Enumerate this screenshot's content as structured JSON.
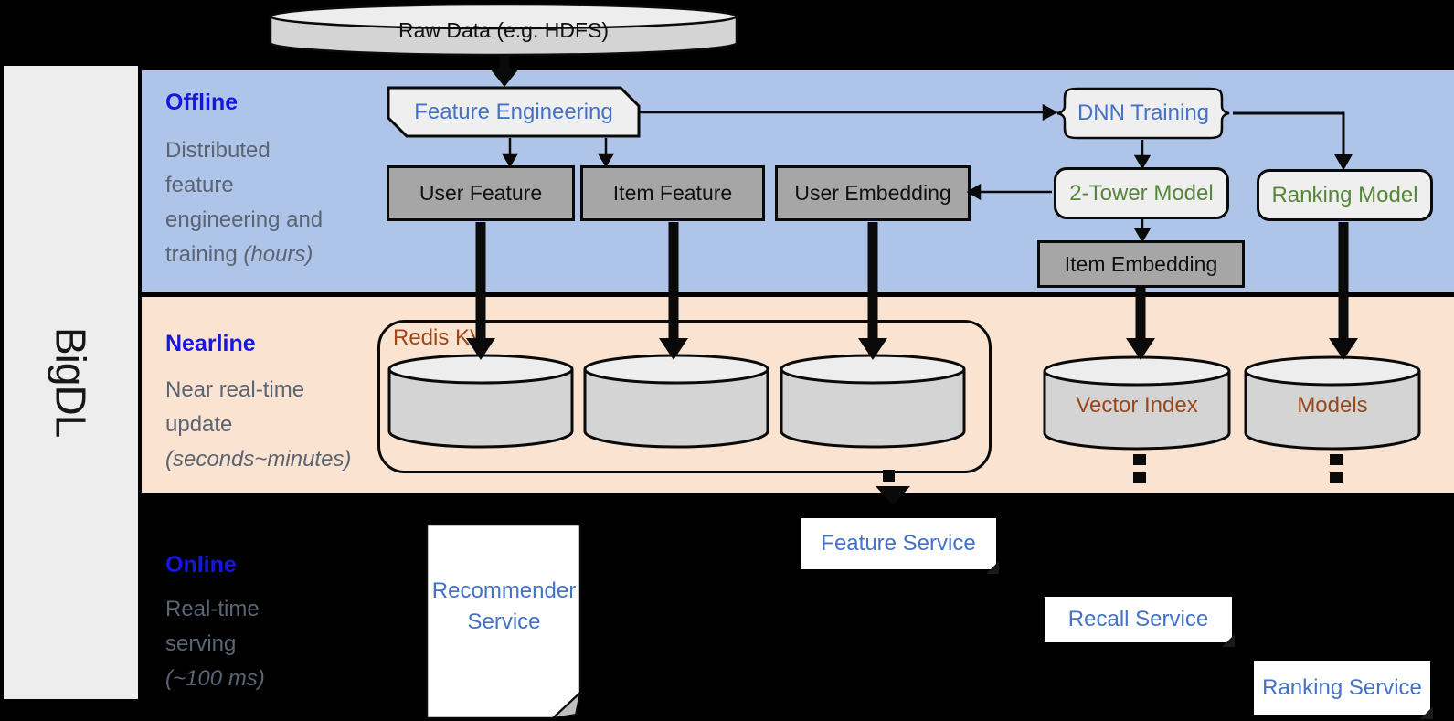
{
  "sidebar": {
    "brand": "BigDL"
  },
  "datastore": {
    "raw_data": "Raw Data (e.g. HDFS)"
  },
  "sections": {
    "offline": {
      "label": "Offline",
      "desc_line1": "Distributed",
      "desc_line2": "feature",
      "desc_line3": "engineering and",
      "desc_line4a": "training ",
      "desc_line4b": "(hours)"
    },
    "nearline": {
      "label": "Nearline",
      "desc_line1": "Near real-time",
      "desc_line2": "update",
      "desc_line3": "(seconds~minutes)"
    },
    "online": {
      "label": "Online",
      "desc_line1": "Real-time",
      "desc_line2": "serving",
      "desc_line3": "(~100 ms)"
    }
  },
  "offline_nodes": {
    "feature_engineering": "Feature Engineering",
    "dnn_training": "DNN Training",
    "user_feature": "User Feature",
    "item_feature": "Item Feature",
    "user_embedding": "User Embedding",
    "two_tower_model": "2-Tower Model",
    "ranking_model": "Ranking Model",
    "item_embedding": "Item Embedding"
  },
  "nearline_nodes": {
    "redis_kv": "Redis KV",
    "vector_index": "Vector Index",
    "models": "Models"
  },
  "online_nodes": {
    "recommender_service_line1": "Recommender",
    "recommender_service_line2": "Service",
    "feature_service": "Feature Service",
    "recall_service": "Recall Service",
    "ranking_service": "Ranking Service"
  },
  "colors": {
    "offline_band": "#AEC4E8",
    "nearline_band": "#FBE3D1",
    "section_label_blue": "#1616E0",
    "node_blue": "#4472C4",
    "node_green": "#568739",
    "node_brown": "#9C4718",
    "gray_box": "#A6A6A6",
    "desc_gray": "#5A6472"
  }
}
